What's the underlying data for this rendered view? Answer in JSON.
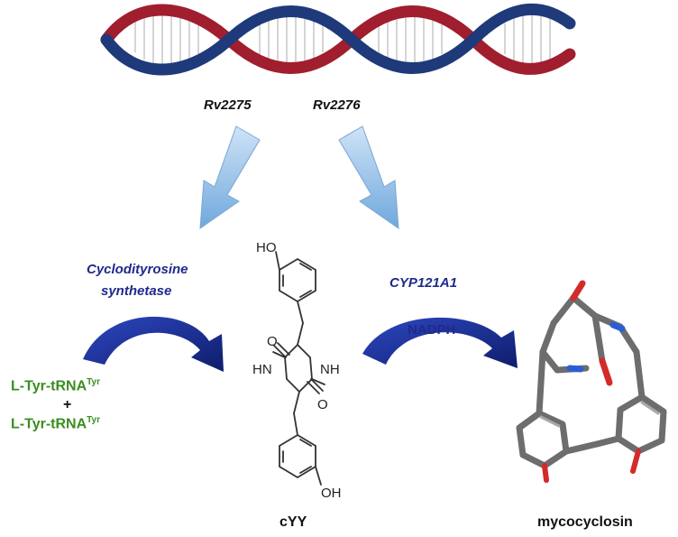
{
  "genes": {
    "left": "Rv2275",
    "right": "Rv2276"
  },
  "enzymes": {
    "left_line1": "Cyclodityrosine",
    "left_line2": "synthetase",
    "right": "CYP121A1",
    "cofactor": "NADPH"
  },
  "substrates": {
    "first_main": "L-Tyr-tRNA",
    "first_sup": "Tyr",
    "plus": "+",
    "second_main": "L-Tyr-tRNA",
    "second_sup": "Tyr"
  },
  "molecule_labels": {
    "oh_top": "HO",
    "oh_bottom": "OH",
    "nh_left": "HN",
    "nh_right": "NH",
    "o_upper": "O",
    "o_lower": "O"
  },
  "products": {
    "cyy": "cYY",
    "mycocyclosin": "mycocyclosin"
  },
  "colors": {
    "dna_blue": "#1f3a7a",
    "dna_red": "#a01e2e",
    "arrow_light_blue": "#8ab8e6",
    "arrow_dark_blue": "#1a2f8f",
    "substrate_green": "#3a8d1f"
  }
}
